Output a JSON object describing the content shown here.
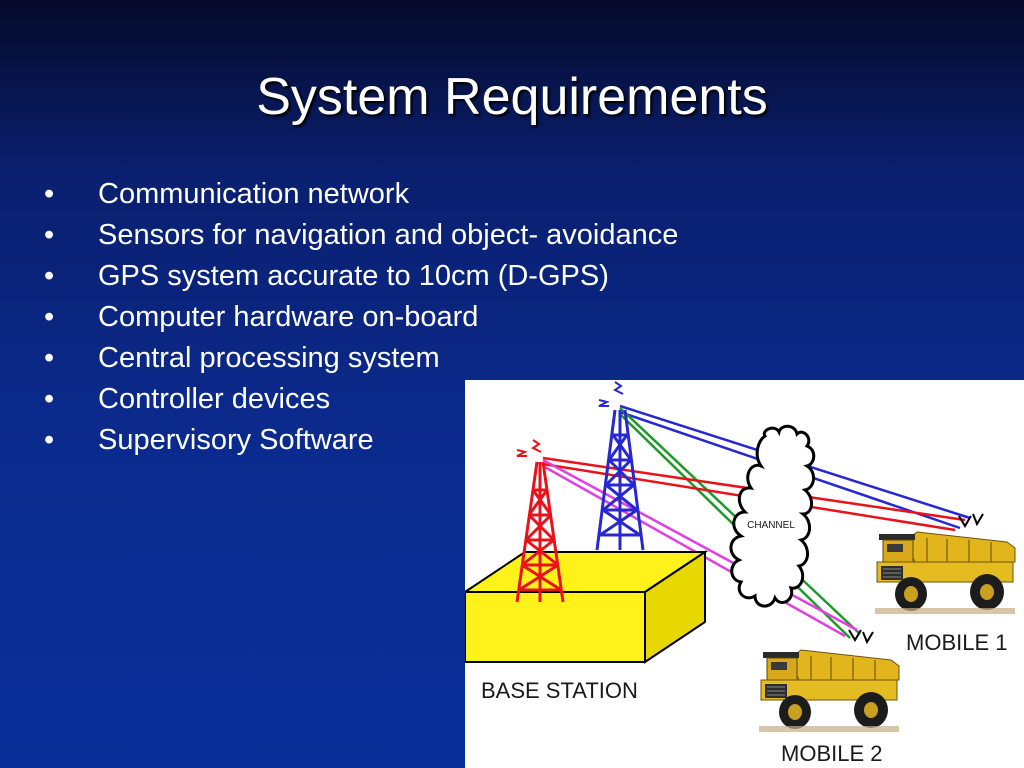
{
  "slide": {
    "title": "System Requirements",
    "bullet_char": "•",
    "bullets": [
      "Communication network",
      "Sensors for navigation and  object- avoidance",
      "GPS system accurate  to 10cm (D-GPS)",
      "Computer hardware on-board",
      "Central processing system",
      "Controller devices",
      "Supervisory Software"
    ]
  },
  "diagram": {
    "channel_label": "CHANNEL",
    "base_station_label": "BASE STATION",
    "mobile1_label": "MOBILE 1",
    "mobile2_label": "MOBILE 2",
    "colors": {
      "red_tower": "#e8131a",
      "blue_tower": "#2828d0",
      "link_green": "#1f9a2a",
      "link_magenta": "#e040e0",
      "base_yellow": "#fff21a",
      "truck_yellow": "#e2b51c"
    }
  }
}
